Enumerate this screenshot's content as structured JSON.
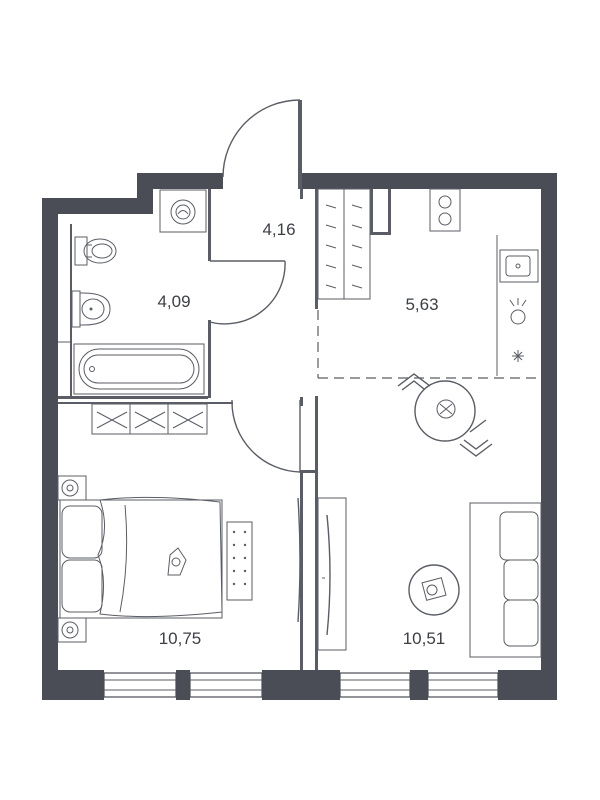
{
  "rooms": {
    "hall": {
      "area": "4,16"
    },
    "bathroom": {
      "area": "4,09"
    },
    "kitchen": {
      "area": "5,63"
    },
    "bedroom": {
      "area": "10,75"
    },
    "living": {
      "area": "10,51"
    }
  },
  "colors": {
    "wall": "#4a4d55",
    "line": "#5a5d65",
    "background": "#ffffff"
  },
  "icons": [
    "bathtub-icon",
    "toilet-icon",
    "sink-icon",
    "washing-machine-icon",
    "stove-icon",
    "kitchen-sink-icon",
    "double-bed-icon",
    "sofa-icon",
    "dining-table-icon"
  ]
}
